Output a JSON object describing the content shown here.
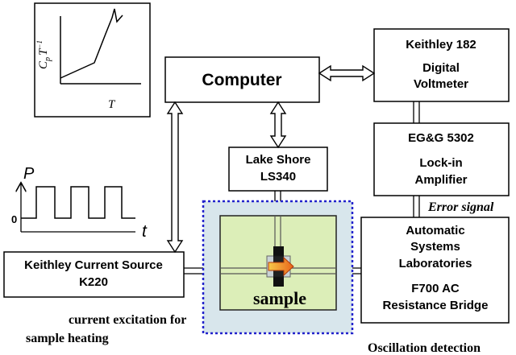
{
  "boxes": {
    "computer": "Computer",
    "keithley182_line1": "Keithley 182",
    "keithley182_line2": "Digital",
    "keithley182_line3": "Voltmeter",
    "lockin_line1": "EG&G 5302",
    "lockin_line2": "Lock-in",
    "lockin_line3": "Amplifier",
    "lakeshore_line1": "Lake Shore",
    "lakeshore_line2": "LS340",
    "asl_line1": "Automatic",
    "asl_line2": "Systems",
    "asl_line3": "Laboratories",
    "asl_line4": "F700 AC",
    "asl_line5": "Resistance Bridge",
    "current_source_line1": "Keithley Current Source",
    "current_source_line2": "K220"
  },
  "labels": {
    "sample": "sample",
    "error_signal": "Error signal",
    "excitation_line1": "current excitation for",
    "excitation_line2": "sample heating",
    "oscillation_detection": "Oscillation detection"
  },
  "graph": {
    "ylabel_main": "C",
    "ylabel_sub": "p",
    "ylabel_T": "T",
    "ylabel_exp": "−1",
    "xlabel": "T"
  },
  "pulse": {
    "ylabel": "P",
    "zero_label": "0",
    "xlabel": "t"
  },
  "colors": {
    "sample_fill": "#dceeb8",
    "dotted_frame": "#2222cc",
    "heater_orange": "#e8641a",
    "cell_shade": "#d8e6ec"
  }
}
